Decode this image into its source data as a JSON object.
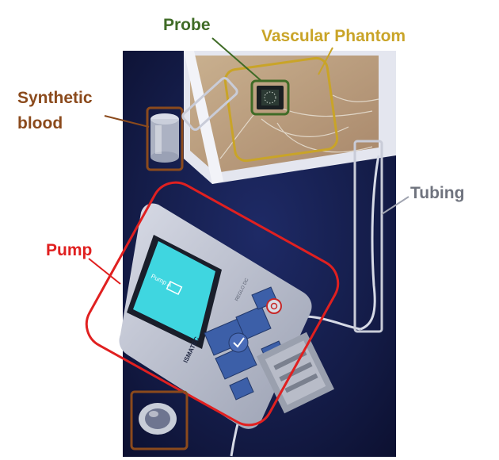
{
  "labels": {
    "probe": "Probe",
    "vascular_phantom": "Vascular Phantom",
    "synthetic": "Synthetic",
    "blood": "blood",
    "tubing": "Tubing",
    "pump": "Pump"
  },
  "device": {
    "screen_text": "Pump A",
    "brand": "ISMATEC",
    "model": "REGLO DC"
  },
  "colors": {
    "probe": "#3f6b26",
    "vascular_phantom": "#c9a428",
    "synthetic_blood": "#8b4a1c",
    "tubing": "#8a8a8a",
    "pump": "#e02020",
    "photo_background": "#141a3a",
    "phantom_box": "#b89a7a",
    "pump_screen": "#3fd6e0"
  }
}
